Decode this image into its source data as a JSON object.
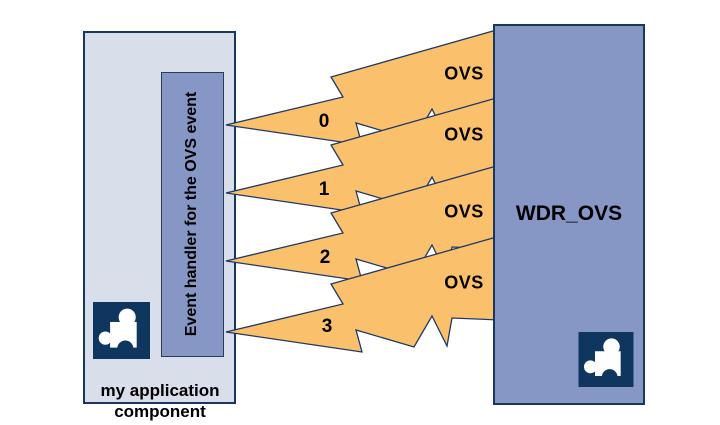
{
  "diagram": {
    "left_component": {
      "label": "my application\ncomponent",
      "handler_label": "Event handler for the OVS event",
      "icon": "puzzle-piece-icon"
    },
    "right_component": {
      "label": "WDR_OVS",
      "icon": "puzzle-piece-icon"
    },
    "events": [
      {
        "number": "0",
        "label": "OVS"
      },
      {
        "number": "1",
        "label": "OVS"
      },
      {
        "number": "2",
        "label": "OVS"
      },
      {
        "number": "3",
        "label": "OVS"
      }
    ],
    "colors": {
      "background": "#FFFFFF",
      "left_box_fill": "#D9DEEB",
      "handler_bar_fill": "#8697C5",
      "right_box_fill": "#8697C5",
      "box_border": "#17375E",
      "bolt_fill": "#FBC06C",
      "bolt_stroke": "#1F3A66",
      "icon_square_fill": "#0F365F",
      "icon_piece_fill": "#FFFFFF",
      "text_color": "#000000"
    }
  }
}
